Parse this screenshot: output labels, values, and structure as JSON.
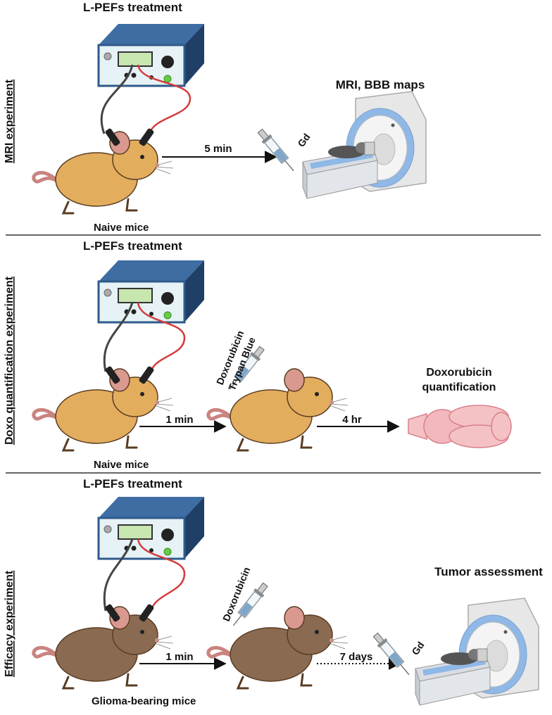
{
  "panels": [
    {
      "side_label": "MRI experiment",
      "treatment_label": "L-PEFs treatment",
      "mouse_label": "Naive mice",
      "arrow_1": "5 min",
      "injection_label": "Gd",
      "endpoint_label": "MRI, BBB maps"
    },
    {
      "side_label": "Doxo quantification experiment",
      "treatment_label": "L-PEFs treatment",
      "mouse_label": "Naive mice",
      "arrow_1": "1 min",
      "injection_line_1": "Doxorubicin",
      "injection_line_2": "Trypan Blue",
      "arrow_2": "4 hr",
      "endpoint_line_1": "Doxorubicin",
      "endpoint_line_2": "quantification"
    },
    {
      "side_label": "Efficacy  experiment",
      "treatment_label": "L-PEFs treatment",
      "mouse_label": "Glioma-bearing mice",
      "arrow_1": "1 min",
      "injection_label": "Doxorubicin",
      "arrow_2": "7 days",
      "mri_injection_label": "Gd",
      "endpoint_label": "Tumor assessment"
    }
  ],
  "colors": {
    "naive_mouse": "#e3ad5e",
    "glioma_mouse": "#8a6a50",
    "pulse_generator": "#2f5a8c",
    "generator_panel": "#e6f2f5",
    "mri_scanner": "#e7e7e7",
    "mri_ring": "#8fb8e6",
    "brain": "#f4c2c5",
    "red_lead": "#d43c3c"
  }
}
